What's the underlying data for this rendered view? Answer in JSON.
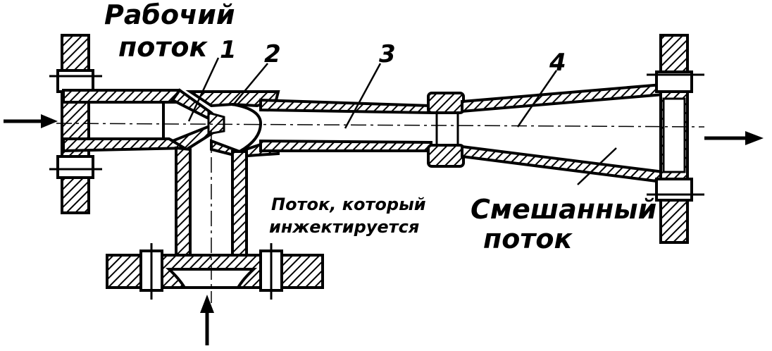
{
  "labels": {
    "working_flow_line1": "Рабочий",
    "working_flow_line2": "поток",
    "part_1": "1",
    "part_2": "2",
    "part_3": "3",
    "part_4": "4",
    "injected_flow_line1": "Поток, который",
    "injected_flow_line2": "инжектируется",
    "mixed_flow_line1": "Смешанный",
    "mixed_flow_line2": "поток"
  },
  "colors": {
    "ink": "#000000",
    "paper": "#ffffff"
  }
}
